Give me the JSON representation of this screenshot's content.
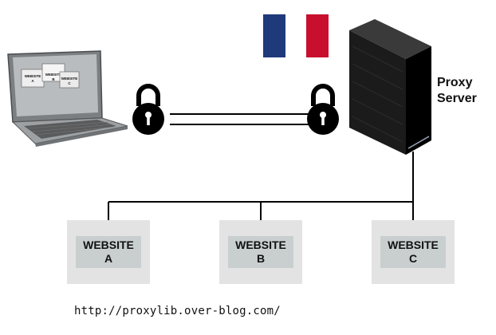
{
  "proxy": {
    "line1": "Proxy",
    "line2": "Server"
  },
  "flag": {
    "colors": [
      "#1f3a7a",
      "#ffffff",
      "#c8102e"
    ]
  },
  "websites": [
    {
      "word": "WEBSITE",
      "letter": "A"
    },
    {
      "word": "WEBSITE",
      "letter": "B"
    },
    {
      "word": "WEBSITE",
      "letter": "C"
    }
  ],
  "laptop_screen": [
    {
      "word": "WEBSITE",
      "letter": "A"
    },
    {
      "word": "WEBSITE",
      "letter": "B"
    },
    {
      "word": "WEBSITE",
      "letter": "C"
    }
  ],
  "footer": {
    "url": "http://proxylib.over-blog.com/"
  },
  "icons": [
    "laptop-icon",
    "padlock-icon",
    "padlock-icon",
    "french-flag-icon",
    "server-tower-icon"
  ]
}
